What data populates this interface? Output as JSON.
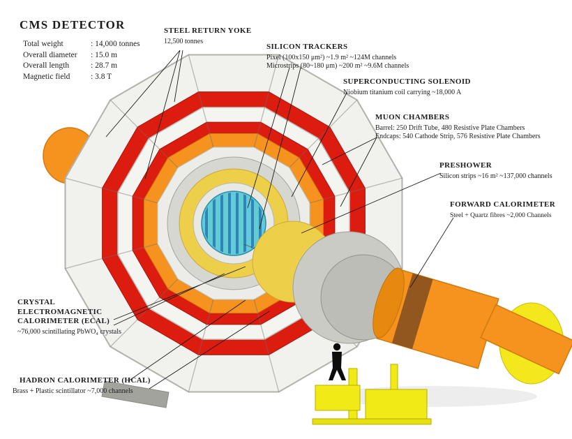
{
  "title": "CMS DETECTOR",
  "specs": {
    "rows": [
      {
        "label": "Total weight",
        "value": ": 14,000 tonnes"
      },
      {
        "label": "Overall diameter",
        "value": ": 15.0 m"
      },
      {
        "label": "Overall length",
        "value": ": 28.7 m"
      },
      {
        "label": "Magnetic field",
        "value": ": 3.8 T"
      }
    ]
  },
  "annotations": [
    {
      "title": "STEEL RETURN YOKE",
      "lines": [
        "12,500 tonnes"
      ]
    },
    {
      "title": "SILICON TRACKERS",
      "lines": [
        "Pixel (100x150 μm²) ~1.9 m² ~124M channels",
        "Microstrips (80~180 μm) ~200 m² ~9.6M channels"
      ]
    },
    {
      "title": "SUPERCONDUCTING SOLENOID",
      "lines": [
        "Niobium titanium coil carrying ~18,000 A"
      ]
    },
    {
      "title": "MUON CHAMBERS",
      "lines": [
        "Barrel: 250 Drift Tube, 480 Resistive Plate Chambers",
        "Endcaps: 540 Cathode Strip, 576 Resistive Plate Chambers"
      ]
    },
    {
      "title": "PRESHOWER",
      "lines": [
        "Silicon strips ~16 m² ~137,000 channels"
      ]
    },
    {
      "title": "FORWARD CALORIMETER",
      "lines": [
        "Steel + Quartz fibres ~2,000 Channels"
      ]
    },
    {
      "title": "CRYSTAL ELECTROMAGNETIC CALORIMETER (ECAL)",
      "lines": [
        "~76,000 scintillating PbWO₄ crystals"
      ]
    },
    {
      "title": "HADRON CALORIMETER (HCAL)",
      "lines": [
        "Brass + Plastic scintillator ~7,000 channels"
      ]
    }
  ],
  "colors": {
    "return_yoke_red": "#dd1c10",
    "hcal_orange": "#f6921e",
    "ecal_yellow": "#eecf4a",
    "tracker_cyan": "#62cbd6",
    "muon_white": "#f1f1ee",
    "support_yellow": "#f2ea16",
    "forward_shield_yellow": "#f3e81c",
    "text": "#1c1c1c"
  }
}
